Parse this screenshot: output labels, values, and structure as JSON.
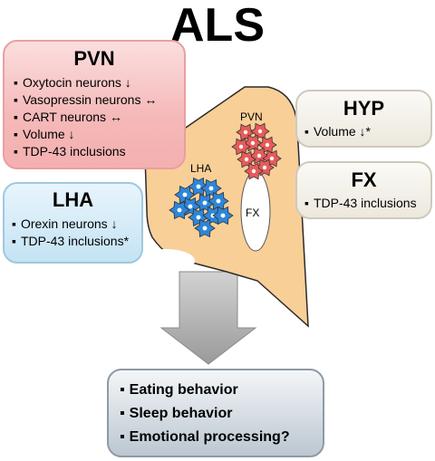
{
  "title": "ALS",
  "regions": {
    "pvn": {
      "label": "PVN",
      "cell_color": "#e85a5a"
    },
    "lha": {
      "label": "LHA",
      "cell_color": "#2e86d8"
    },
    "fx": {
      "label": "FX"
    }
  },
  "boxes": {
    "pvn": {
      "heading": "PVN",
      "items": [
        "Oxytocin neurons ↓",
        "Vasopressin neurons ↔",
        "CART neurons ↔",
        "Volume ↓",
        "TDP-43 inclusions"
      ]
    },
    "lha": {
      "heading": "LHA",
      "items": [
        "Orexin neurons ↓",
        "TDP-43 inclusions*"
      ]
    },
    "hyp": {
      "heading": "HYP",
      "items": [
        "Volume ↓*"
      ]
    },
    "fx": {
      "heading": "FX",
      "items": [
        "TDP-43 inclusions"
      ]
    },
    "outcomes": {
      "items": [
        "Eating behavior",
        "Sleep behavior",
        "Emotional processing?"
      ]
    }
  },
  "colors": {
    "hypothalamus_fill": "#f9cf98",
    "pvn_box": "#f5b8b8",
    "lha_box": "#c4e3f4",
    "hyp_box": "#ece8de",
    "outcome_box": "#bcc7d1",
    "arrow": "#a9a9a9"
  }
}
